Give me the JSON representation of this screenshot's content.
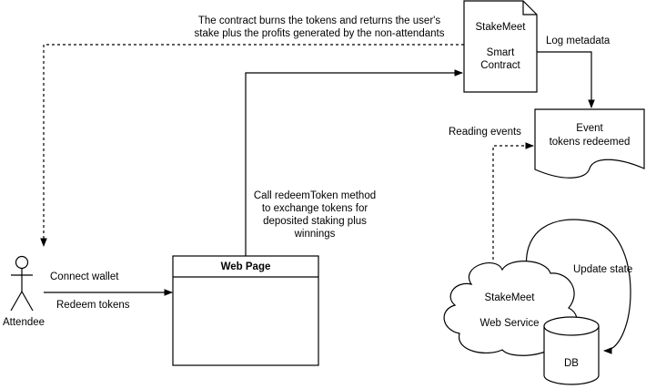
{
  "actor": {
    "label": "Attendee"
  },
  "webpage": {
    "title": "Web Page"
  },
  "contract": {
    "line1": "StakeMeet",
    "line2": "Smart",
    "line3": "Contract"
  },
  "event": {
    "line1": "Event",
    "line2": "tokens redeemed"
  },
  "service": {
    "line1": "StakeMeet",
    "line2": "Web Service"
  },
  "db": {
    "label": "DB"
  },
  "edges": {
    "connect_wallet": "Connect wallet",
    "redeem_tokens": "Redeem tokens",
    "call_line1": "Call redeemToken method",
    "call_line2": "to exchange tokens for",
    "call_line3": "deposited staking plus",
    "call_line4": "winnings",
    "return_line1": "The contract burns the tokens and returns the user's",
    "return_line2": "stake plus the profits generated by the non-attendants",
    "log_metadata": "Log metadata",
    "reading_events": "Reading events",
    "update_state": "Update state"
  }
}
